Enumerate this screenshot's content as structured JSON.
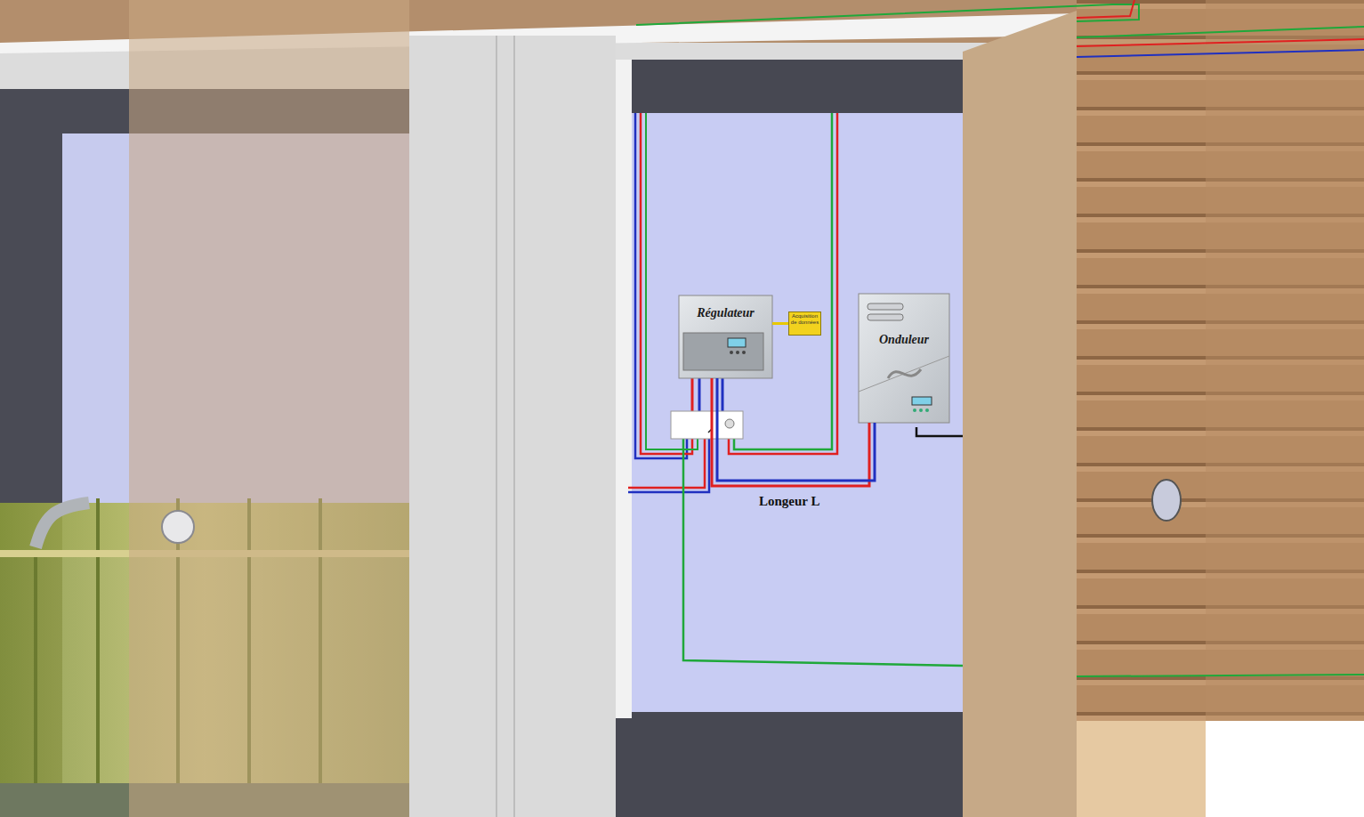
{
  "diagram": {
    "nodes": [
      {
        "text": [
          "Régulateur"
        ]
      },
      {
        "text": [
          "Acquisition de données"
        ]
      },
      {
        "text": [
          "Onduleur"
        ]
      }
    ],
    "edges": [
      {
        "from": 0,
        "to": 1,
        "arrow": "none"
      },
      {
        "from": 0,
        "to": 2,
        "arrow": "none",
        "label": "Longeur L"
      }
    ]
  }
}
